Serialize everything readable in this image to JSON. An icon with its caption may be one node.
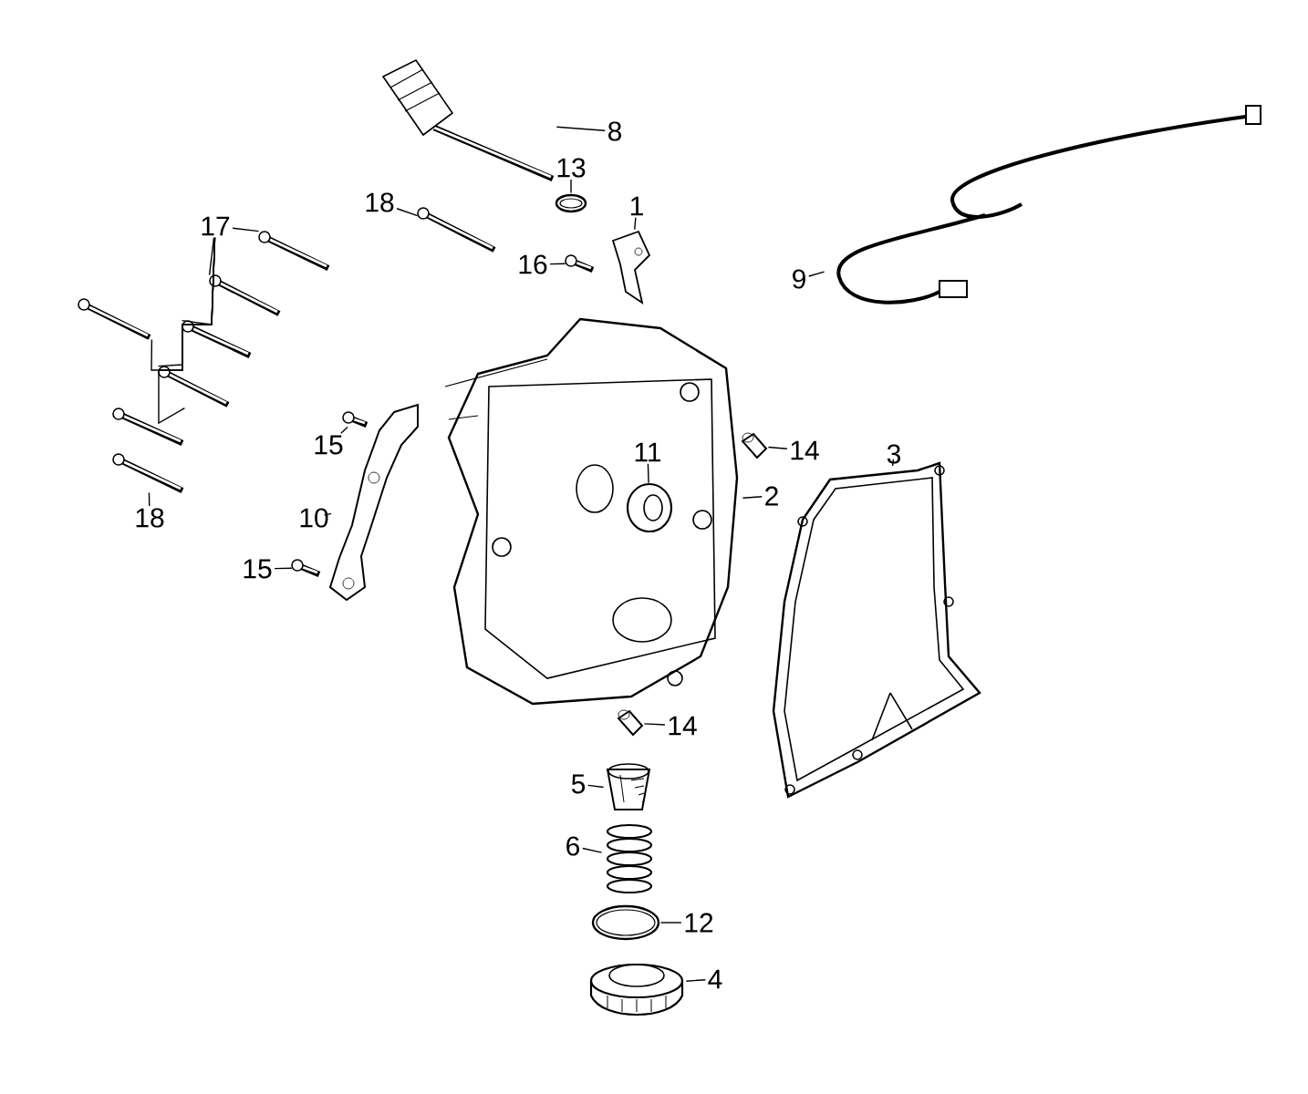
{
  "diagram": {
    "nodes": [
      {
        "text": [
          "8"
        ]
      },
      {
        "text": [
          "13"
        ]
      },
      {
        "text": [
          "18"
        ]
      },
      {
        "text": [
          "17"
        ]
      },
      {
        "text": [
          "1"
        ]
      },
      {
        "text": [
          "16"
        ]
      },
      {
        "text": [
          "9"
        ]
      },
      {
        "text": [
          "11"
        ],
        "in": 36
      },
      {
        "text": [
          "14"
        ]
      },
      {
        "text": [
          "3"
        ]
      },
      {
        "text": [
          "2"
        ]
      },
      {
        "text": [
          "15"
        ]
      },
      {
        "text": [
          "18"
        ]
      },
      {
        "text": [
          "10"
        ]
      },
      {
        "text": [
          "15"
        ]
      },
      {
        "text": [
          "14"
        ]
      },
      {
        "text": [
          "5"
        ]
      },
      {
        "text": [
          "6"
        ]
      },
      {
        "text": [
          "12"
        ]
      },
      {
        "text": [
          "4"
        ]
      },
      {
        "text": [],
        "shape": "picture"
      },
      {
        "text": [],
        "shape": "picture"
      },
      {
        "text": [],
        "shape": "picture"
      },
      {
        "text": [],
        "shape": "picture"
      },
      {
        "text": [],
        "shape": "picture"
      },
      {
        "text": [],
        "shape": "picture"
      },
      {
        "text": [],
        "shape": "picture"
      },
      {
        "text": [],
        "shape": "picture"
      },
      {
        "text": [],
        "shape": "picture"
      },
      {
        "text": [],
        "shape": "picture"
      },
      {
        "text": [],
        "shape": "picture"
      },
      {
        "text": [],
        "shape": "picture"
      },
      {
        "text": [],
        "shape": "picture"
      },
      {
        "text": [],
        "shape": "picture"
      },
      {
        "text": [],
        "shape": "picture"
      },
      {
        "text": [],
        "shape": "picture"
      },
      {
        "text": [],
        "shape": "picture"
      },
      {
        "text": [],
        "shape": "picture",
        "in": 36
      },
      {
        "text": [],
        "shape": "picture"
      },
      {
        "text": [],
        "shape": "picture"
      },
      {
        "text": [],
        "shape": "picture"
      },
      {
        "text": [],
        "shape": "picture"
      },
      {
        "text": [],
        "shape": "picture"
      },
      {
        "text": [],
        "shape": "picture"
      },
      {
        "text": [],
        "shape": "picture"
      }
    ],
    "edges": [
      {
        "from": 0,
        "to": 20,
        "arrow": "none"
      },
      {
        "from": 1,
        "to": 21,
        "arrow": "none"
      },
      {
        "from": 2,
        "to": 22,
        "arrow": "none"
      },
      {
        "from": 3,
        "to": 26,
        "arrow": "none"
      },
      {
        "from": 3,
        "to": 27,
        "arrow": "none"
      },
      {
        "from": 3,
        "to": 28,
        "arrow": "none"
      },
      {
        "from": 3,
        "to": 29,
        "arrow": "none"
      },
      {
        "from": 3,
        "to": 30,
        "arrow": "none"
      },
      {
        "from": 3,
        "to": 31,
        "arrow": "none"
      },
      {
        "from": 4,
        "to": 24,
        "arrow": "none"
      },
      {
        "from": 5,
        "to": 23,
        "arrow": "none"
      },
      {
        "from": 6,
        "to": 25,
        "arrow": "none"
      },
      {
        "from": 7,
        "to": 37,
        "arrow": "none"
      },
      {
        "from": 8,
        "to": 38,
        "arrow": "none"
      },
      {
        "from": 9,
        "to": 39,
        "arrow": "none"
      },
      {
        "from": 10,
        "to": 36,
        "arrow": "none"
      },
      {
        "from": 11,
        "to": 33,
        "arrow": "none"
      },
      {
        "from": 12,
        "to": 32,
        "arrow": "none"
      },
      {
        "from": 13,
        "to": 34,
        "arrow": "none"
      },
      {
        "from": 14,
        "to": 35,
        "arrow": "none"
      },
      {
        "from": 15,
        "to": 40,
        "arrow": "none"
      },
      {
        "from": 16,
        "to": 41,
        "arrow": "none"
      },
      {
        "from": 17,
        "to": 42,
        "arrow": "none"
      },
      {
        "from": 18,
        "to": 43,
        "arrow": "none"
      },
      {
        "from": 19,
        "to": 44,
        "arrow": "none"
      }
    ]
  }
}
